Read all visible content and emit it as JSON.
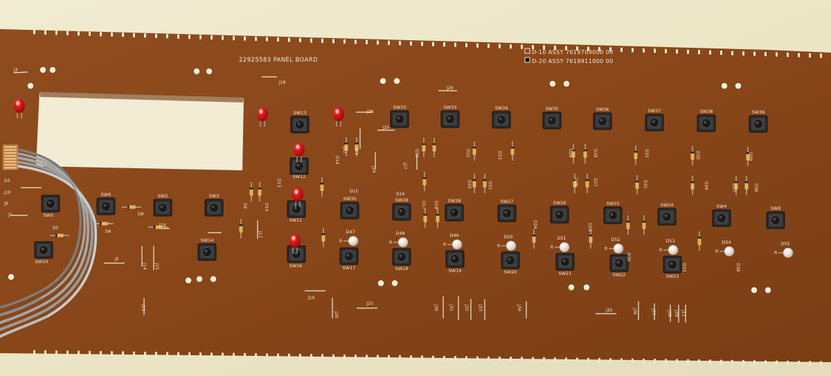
{
  "board": {
    "title": "22925583  PANEL BOARD",
    "assy_line1": "D-10  ASSY  7619709000  00",
    "assy_line2": "D-20  ASSY  7619911000  00",
    "colors": {
      "pcb": "#8a4a1e",
      "pcb_dark": "#6e3814",
      "silkscreen": "#f3ead8",
      "led": "#d81818",
      "background": "#ede7c9"
    }
  },
  "switches": [
    {
      "label": "SW13"
    },
    {
      "label": "SW33"
    },
    {
      "label": "SW33"
    },
    {
      "label": "SW34"
    },
    {
      "label": "SW35"
    },
    {
      "label": "SW36"
    },
    {
      "label": "SW37"
    },
    {
      "label": "SW38"
    },
    {
      "label": "SW39"
    },
    {
      "label": "SW12"
    },
    {
      "label": "SW5"
    },
    {
      "label": "SW6"
    },
    {
      "label": "SW2"
    },
    {
      "label": "SW3"
    },
    {
      "label": "SW11"
    },
    {
      "label": "SW30"
    },
    {
      "label": "SW29"
    },
    {
      "label": "SW28"
    },
    {
      "label": "SW27"
    },
    {
      "label": "SW26"
    },
    {
      "label": "SW25"
    },
    {
      "label": "SW24"
    },
    {
      "label": "SW4"
    },
    {
      "label": "SW8"
    },
    {
      "label": "SW10"
    },
    {
      "label": "SW14"
    },
    {
      "label": "SW16"
    },
    {
      "label": "SW17"
    },
    {
      "label": "SW18"
    },
    {
      "label": "SW19"
    },
    {
      "label": "SW20"
    },
    {
      "label": "SW21"
    },
    {
      "label": "SW22"
    },
    {
      "label": "SW23"
    }
  ],
  "leds": [
    {
      "label": "D47"
    },
    {
      "label": "D48"
    },
    {
      "label": "D49"
    },
    {
      "label": "D50"
    },
    {
      "label": "D51"
    },
    {
      "label": "D52"
    },
    {
      "label": "D53"
    },
    {
      "label": "D54"
    },
    {
      "label": "D55"
    }
  ],
  "labels": [
    {
      "text": "J3"
    },
    {
      "text": "J18"
    },
    {
      "text": "J29"
    },
    {
      "text": "J26"
    },
    {
      "text": "J25"
    },
    {
      "text": "J22"
    },
    {
      "text": "J23"
    },
    {
      "text": "J24"
    },
    {
      "text": "J27"
    },
    {
      "text": "J16"
    },
    {
      "text": "J17"
    },
    {
      "text": "J5"
    },
    {
      "text": "J14"
    },
    {
      "text": "J15"
    },
    {
      "text": "J13"
    },
    {
      "text": "J19"
    },
    {
      "text": "J20"
    },
    {
      "text": "J21"
    },
    {
      "text": "J30"
    },
    {
      "text": "J31"
    },
    {
      "text": "J32"
    },
    {
      "text": "J33"
    },
    {
      "text": "J34"
    },
    {
      "text": "J35"
    },
    {
      "text": "J36"
    },
    {
      "text": "J37"
    },
    {
      "text": "J38"
    },
    {
      "text": "J39"
    },
    {
      "text": "J11"
    },
    {
      "text": "J10"
    },
    {
      "text": "J9"
    },
    {
      "text": "J1"
    },
    {
      "text": "D3"
    },
    {
      "text": "D5"
    },
    {
      "text": "D6"
    },
    {
      "text": "D8"
    },
    {
      "text": "D9"
    },
    {
      "text": "D10"
    },
    {
      "text": "D13"
    },
    {
      "text": "D14"
    },
    {
      "text": "D15"
    },
    {
      "text": "D16"
    },
    {
      "text": "D17"
    },
    {
      "text": "D18"
    },
    {
      "text": "D19"
    },
    {
      "text": "D20"
    },
    {
      "text": "D21"
    },
    {
      "text": "D22"
    },
    {
      "text": "D23"
    },
    {
      "text": "D24"
    },
    {
      "text": "D25"
    },
    {
      "text": "D28"
    },
    {
      "text": "D29"
    },
    {
      "text": "D32"
    },
    {
      "text": "D31"
    },
    {
      "text": "D30"
    },
    {
      "text": "D35"
    },
    {
      "text": "D34"
    },
    {
      "text": "D33"
    },
    {
      "text": "D39"
    },
    {
      "text": "D37"
    },
    {
      "text": "D36"
    },
    {
      "text": "D38"
    },
    {
      "text": "D26"
    },
    {
      "text": "D27"
    }
  ]
}
